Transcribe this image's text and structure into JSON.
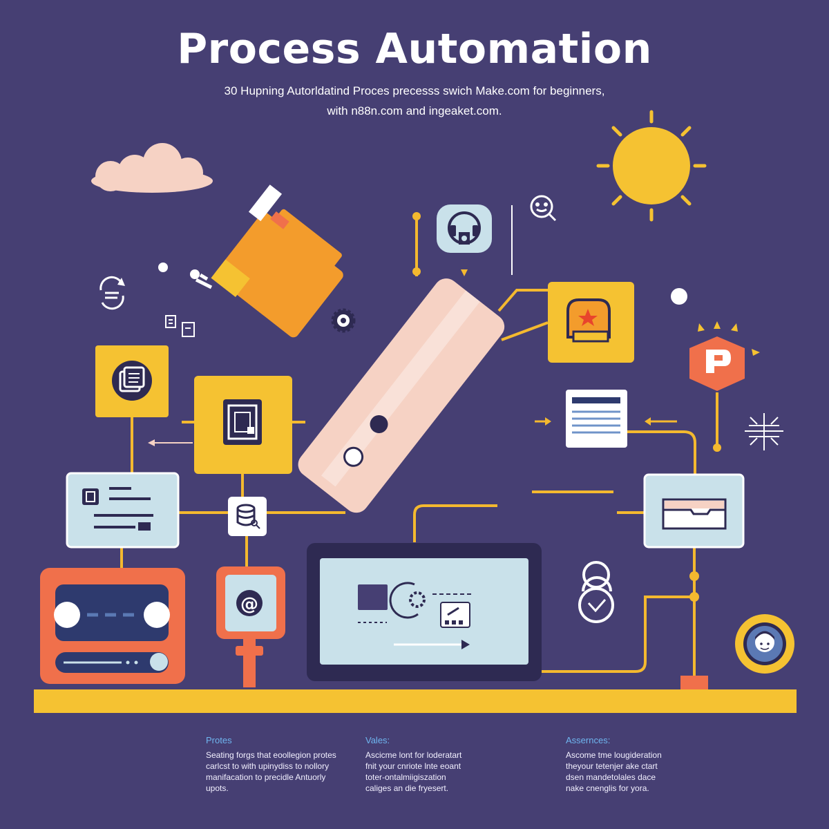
{
  "header": {
    "title": "Process Automation",
    "subtitle_line1": "30 Hupning Autorldatind Proces precesss swich Make.com for beginners,",
    "subtitle_line2": "with n88n.com and ingeaket.com."
  },
  "columns": [
    {
      "heading": "Protes",
      "lines": [
        "Seating forgs that eoollegion protes",
        "carlcst to with upinydiss to nollory",
        "manifacation to precidle Antuorly",
        "upots."
      ]
    },
    {
      "heading": "Vales:",
      "lines": [
        "Ascicme lont for loderatart",
        "fnit your cnriote lnte eoant",
        "toter-ontalmiigiszation",
        "caliges an die fryesert."
      ]
    },
    {
      "heading": "Assernces:",
      "lines": [
        "Ascome tme lougideration",
        "theyour tetenjer ake ctart",
        "dsen mandetolales dace",
        "nake cnenglis for yora."
      ]
    }
  ],
  "icons": [
    "cloud-icon",
    "sun-icon",
    "robot-arm-icon",
    "gear-icon",
    "sync-icon",
    "document-icon",
    "headset-icon",
    "chat-search-icon",
    "bot-star-icon",
    "logo-badge-icon",
    "crosshair-icon",
    "list-window-icon",
    "card-icon",
    "database-icon",
    "folder-window-icon",
    "radio-device-icon",
    "email-at-icon",
    "monitor-icon",
    "lock-check-icon",
    "avatar-badge-icon"
  ],
  "colors": {
    "background": "#463f73",
    "accent_yellow": "#f5c232",
    "accent_orange": "#f39c2c",
    "accent_red": "#f0704b",
    "arm_pink": "#f6d2c4",
    "panel_blue": "#c9e1ea",
    "ink": "#2e2a52",
    "line": "#f4b92f",
    "heading_blue": "#6fb6f0"
  }
}
